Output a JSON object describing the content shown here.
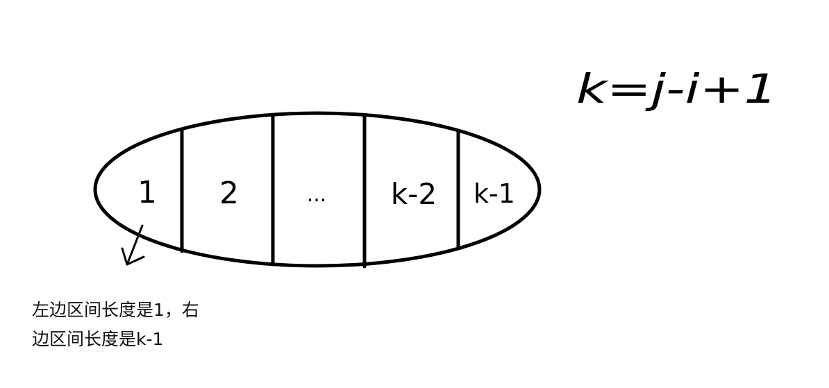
{
  "formula": "k=j-i+1",
  "segments": [
    "1",
    "2",
    "...",
    "k-2",
    "k-1"
  ],
  "caption": {
    "line1": "左边区间长度是1，右",
    "line2": "边区间长度是k-1"
  },
  "colors": {
    "ink": "#000000",
    "background": "#ffffff"
  }
}
